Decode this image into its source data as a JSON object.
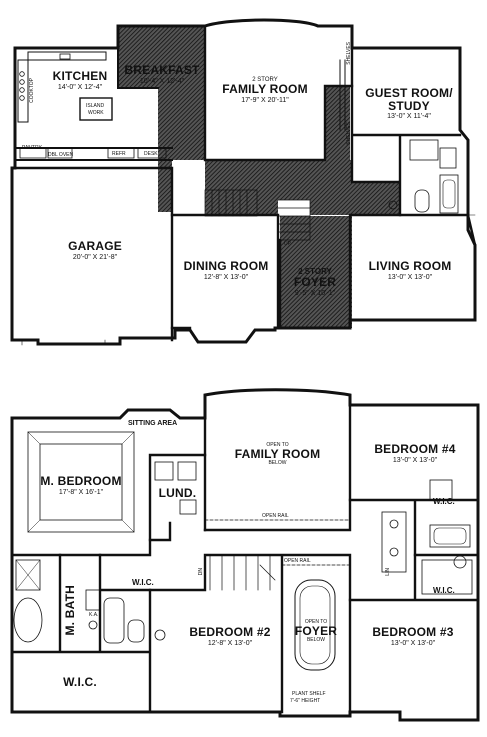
{
  "ground_floor": {
    "kitchen": {
      "name": "KITCHEN",
      "dims": "14'-0\" X 12'-4\""
    },
    "breakfast": {
      "name": "BREAKFAST",
      "dims": "10'-4\" X 12'-4\""
    },
    "family_room": {
      "note": "2 STORY",
      "name": "FAMILY ROOM",
      "dims": "17'-9\" X 20'-11\""
    },
    "guest_room": {
      "name_line1": "GUEST ROOM/",
      "name_line2": "STUDY",
      "dims": "13'-0\" X 11'-4\""
    },
    "garage": {
      "name": "GARAGE",
      "dims": "20'-0\" X 21'-8\""
    },
    "dining_room": {
      "name": "DINING ROOM",
      "dims": "12'-8\" X 13'-0\""
    },
    "foyer": {
      "note": "2 STORY",
      "name": "FOYER",
      "dims": "9'-5\" X 10'-1\""
    },
    "living_room": {
      "name": "LIVING ROOM",
      "dims": "13'-0\" X 13'-0\""
    },
    "labels": {
      "island": "ISLAND",
      "work": "WORK",
      "pantry": "PANTRY",
      "dbl_oven": "DBL OVEN",
      "refr": "REFR",
      "desk": "DESK",
      "shelves": "SHELVES",
      "up": "UP",
      "cooktop": "COOKTOP"
    }
  },
  "upper_floor": {
    "sitting_area": "SITTING AREA",
    "m_bedroom": {
      "name": "M. BEDROOM",
      "dims": "17'-8\" X 16'-1\""
    },
    "family_room_open": {
      "note": "OPEN TO",
      "name": "FAMILY ROOM",
      "below": "BELOW"
    },
    "bedroom4": {
      "name": "BEDROOM #4",
      "dims": "13'-0\" X 13'-0\""
    },
    "lund": "LUND.",
    "wic": "W.I.C.",
    "m_bath": "M. BATH",
    "bedroom2": {
      "name": "BEDROOM #2",
      "dims": "12'-8\" X 13'-0\""
    },
    "foyer_open": {
      "note": "OPEN TO",
      "name": "FOYER",
      "below": "BELOW"
    },
    "bedroom3": {
      "name": "BEDROOM #3",
      "dims": "13'-0\" X 13'-0\""
    },
    "open_rail": "OPEN RAIL",
    "plant_shelf_line1": "PLANT SHELF",
    "plant_shelf_line2": "7'-6\" HEIGHT",
    "ka": "K.A.",
    "dn": "DN",
    "linen": "LIN"
  },
  "colors": {
    "wall": "#111111",
    "hatch": "#2a2a2a",
    "line": "#222222"
  }
}
